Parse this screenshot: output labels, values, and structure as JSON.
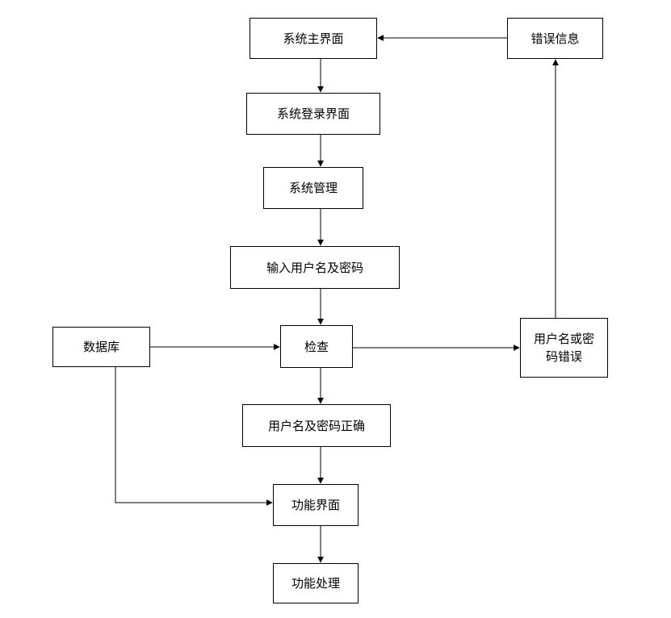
{
  "nodes": {
    "main_interface": "系统主界面",
    "error_info": "错误信息",
    "login_interface": "系统登录界面",
    "system_management": "系统管理",
    "input_credentials": "输入用户名及密码",
    "database": "数据库",
    "check": "检查",
    "credentials_wrong": "用户名或密\n码错误",
    "credentials_correct": "用户名及密码正确",
    "function_interface": "功能界面",
    "function_processing": "功能处理"
  },
  "colors": {
    "line": "#000000",
    "box_border": "#000000",
    "background": "#ffffff"
  }
}
